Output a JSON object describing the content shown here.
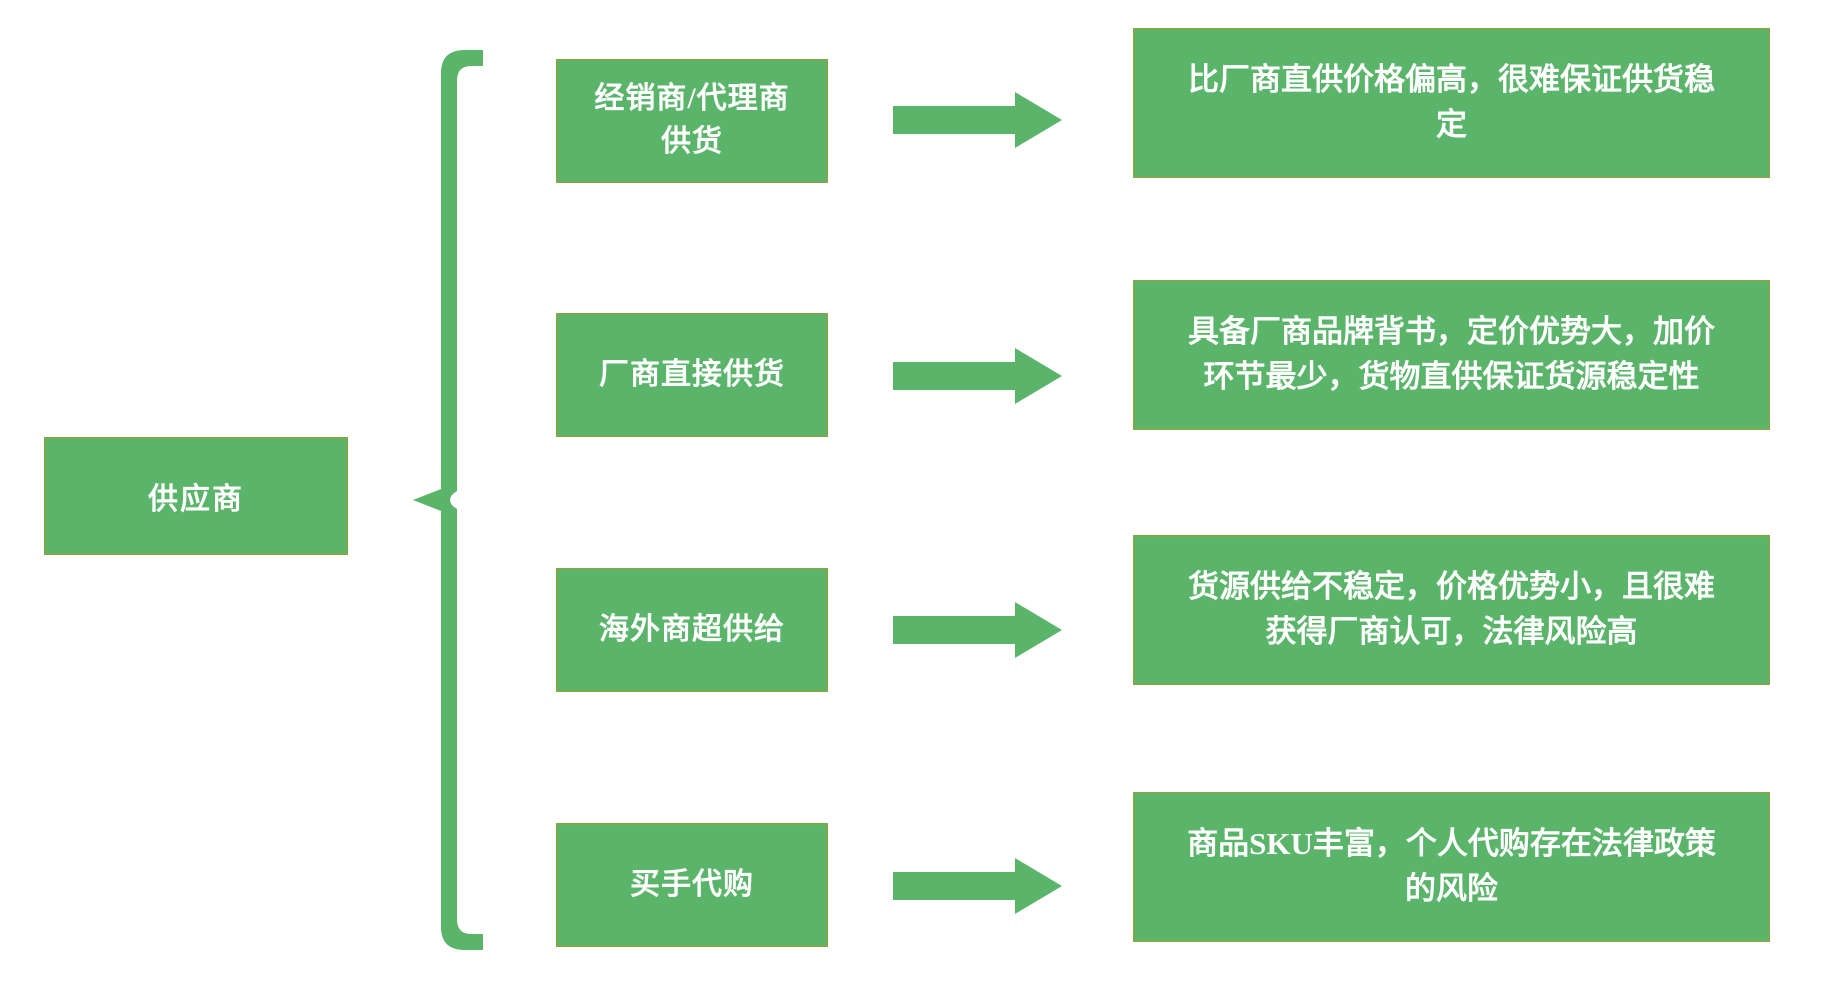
{
  "diagram": {
    "root_label": "供应商",
    "rows": [
      {
        "option": "经销商/代理商\n供货",
        "description": "比厂商直供价格偏高，很难保证供货稳\n定"
      },
      {
        "option": "厂商直接供货",
        "description": "具备厂商品牌背书，定价优势大，加价\n环节最少，货物直供保证货源稳定性"
      },
      {
        "option": "海外商超供给",
        "description": "货源供给不稳定，价格优势小，且很难\n获得厂商认可，法律风险高"
      },
      {
        "option": "买手代购",
        "description": "商品SKU丰富，个人代购存在法律政策\n的风险"
      }
    ],
    "colors": {
      "box_fill": "#5ab469",
      "box_border": "#82a84a",
      "text": "#ffffff",
      "background": "#ffffff"
    }
  }
}
